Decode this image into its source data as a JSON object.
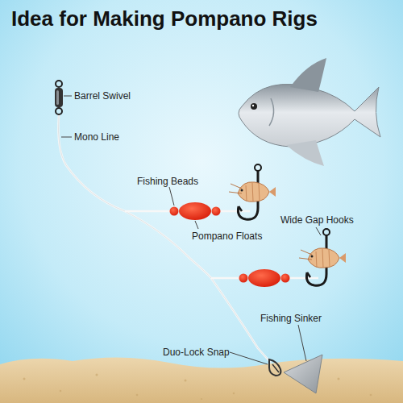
{
  "diagram": {
    "title": "Idea for Making Pompano Rigs",
    "labels": [
      "Barrel Swivel",
      "Mono Line",
      "Fishing Beads",
      "Pompano Floats",
      "Wide Gap Hooks",
      "Fishing Sinker",
      "Duo-Lock Snap"
    ]
  }
}
